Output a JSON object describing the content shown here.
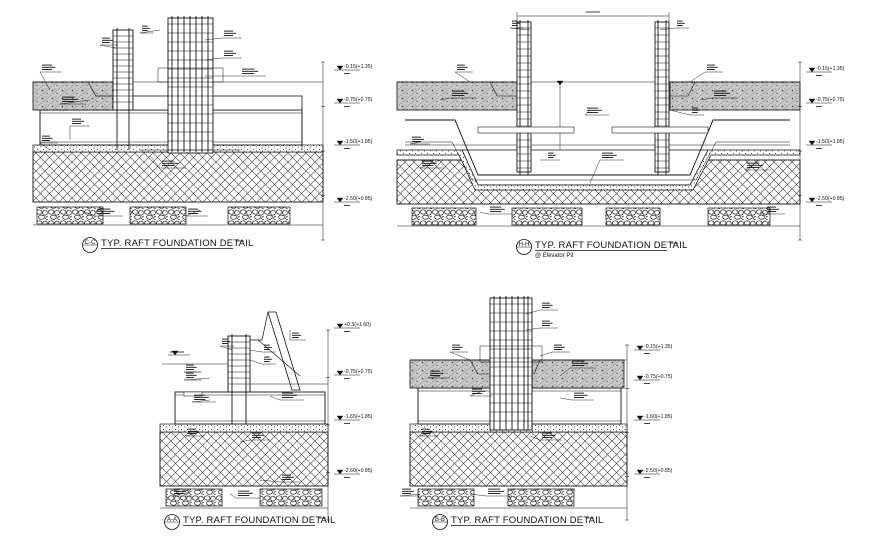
{
  "details": [
    {
      "id": "detail-cc",
      "tag": "C-C",
      "title": "TYP. RAFT FOUNDATION DETAIL",
      "subtitle": "",
      "levels": [
        "-0.15(+1.35)",
        "-0.75(+0.75)",
        "-1.50(+1.85)",
        "-2.50(+0.85)"
      ]
    },
    {
      "id": "detail-hh",
      "tag": "H-H",
      "title": "TYP. RAFT FOUNDATION DETAIL",
      "subtitle": "@ Elevator Pit",
      "levels": [
        "-0.15(+1.35)",
        "-0.75(+0.75)",
        "-1.50(+1.85)",
        "-2.50(+0.85)"
      ]
    },
    {
      "id": "detail-aa",
      "tag": "A-A",
      "title": "TYP. RAFT FOUNDATION DETAIL",
      "subtitle": "",
      "levels": [
        "+0.3(+1.60)",
        "-0.75(+0.75)",
        "-1.65(+1.85)",
        "-2.60(+0.85)"
      ]
    },
    {
      "id": "detail-bb",
      "tag": "B-B",
      "title": "TYP. RAFT FOUNDATION DETAIL",
      "subtitle": "",
      "levels": [
        "-0.15(+1.35)",
        "-0.75(+0.75)",
        "-1.60(+1.85)",
        "-2.50(+0.85)"
      ]
    }
  ]
}
